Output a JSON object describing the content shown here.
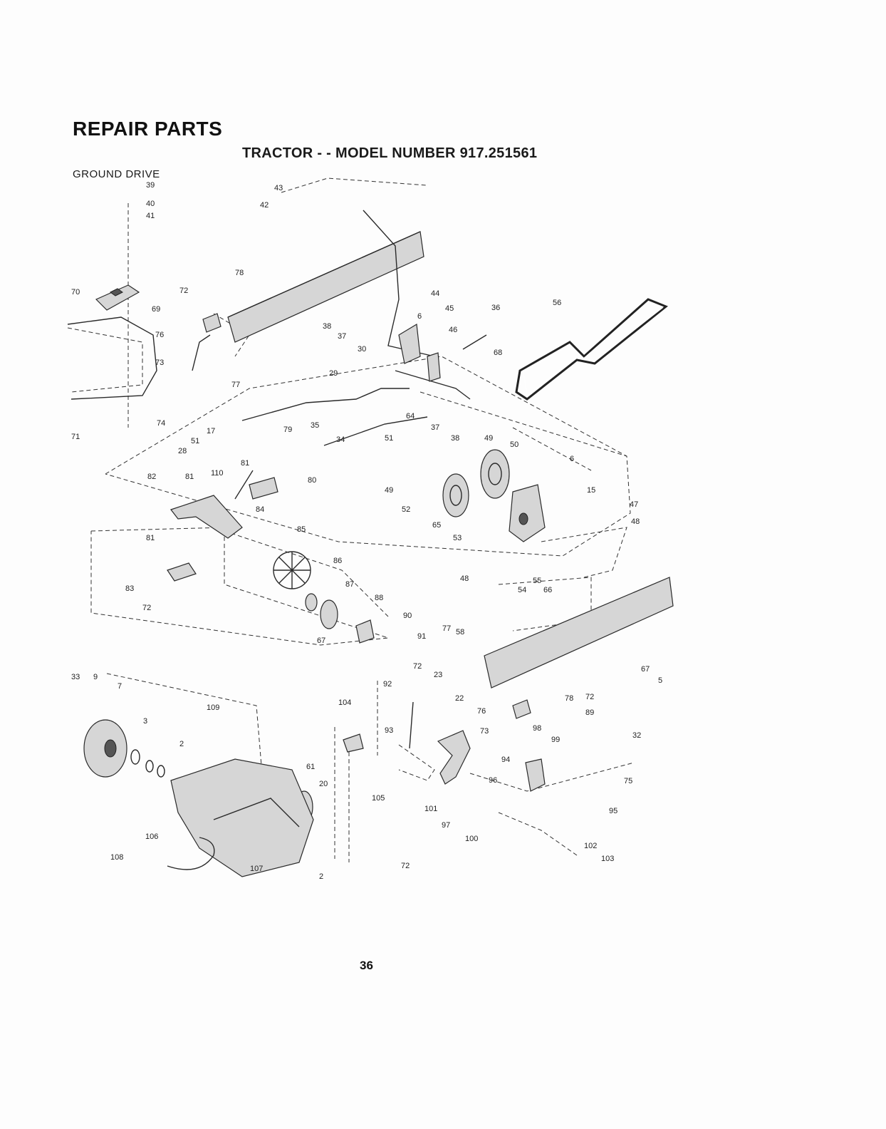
{
  "header": {
    "title": "REPAIR PARTS",
    "subtitle": "TRACTOR - - MODEL NUMBER 917.251561",
    "section": "GROUND DRIVE"
  },
  "page_number": "36",
  "callouts": [
    "39",
    "40",
    "41",
    "43",
    "42",
    "78",
    "44",
    "45",
    "70",
    "72",
    "69",
    "76",
    "73",
    "77",
    "38",
    "37",
    "6",
    "36",
    "56",
    "30",
    "46",
    "68",
    "29",
    "64",
    "37",
    "38",
    "74",
    "71",
    "17",
    "51",
    "28",
    "79",
    "35",
    "34",
    "51",
    "49",
    "50",
    "81",
    "110",
    "80",
    "82",
    "81",
    "6",
    "15",
    "49",
    "52",
    "65",
    "53",
    "47",
    "81",
    "84",
    "85",
    "48",
    "86",
    "83",
    "87",
    "72",
    "88",
    "48",
    "54",
    "55",
    "66",
    "90",
    "67",
    "91",
    "77",
    "58",
    "33",
    "9",
    "7",
    "72",
    "23",
    "67",
    "92",
    "22",
    "5",
    "104",
    "109",
    "76",
    "78",
    "72",
    "3",
    "93",
    "89",
    "73",
    "98",
    "99",
    "32",
    "2",
    "94",
    "75",
    "61",
    "20",
    "96",
    "105",
    "95",
    "101",
    "97",
    "100",
    "106",
    "102",
    "108",
    "107",
    "103",
    "2",
    "72"
  ]
}
